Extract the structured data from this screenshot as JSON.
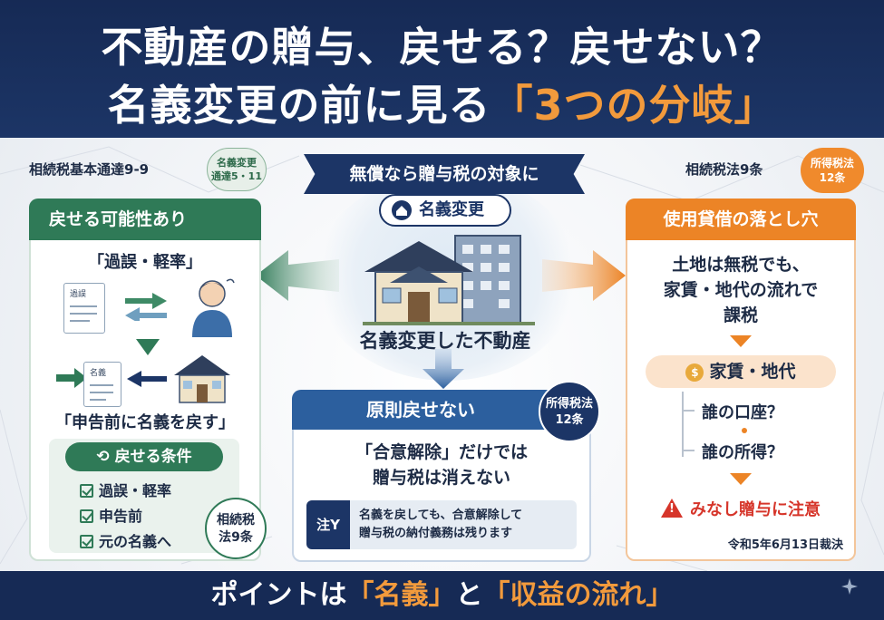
{
  "header": {
    "title_line1": "不動産の贈与、戻せる？戻せない？",
    "title_line2_prefix": "名義変更の前に見る",
    "title_line2_highlight": "「3つの分岐」"
  },
  "top": {
    "left_ref": "相続税基本通達9-9",
    "left_badge_line1": "名義変更",
    "left_badge_line2": "通達5・11",
    "ribbon": "無償なら贈与税の対象に",
    "right_ref": "相続税法9条",
    "right_badge_line1": "所得税法",
    "right_badge_line2": "12条"
  },
  "center": {
    "name_change_label": "名義変更",
    "property_label": "名義変更した不動産"
  },
  "left_panel": {
    "title": "戻せる可能性あり",
    "quote1": "「過誤・軽率」",
    "doc1_label": "過誤",
    "doc2_label": "名義",
    "quote2": "「申告前に名義を戻す」",
    "conditions_title": "戻せる条件",
    "conditions": [
      "過誤・軽率",
      "申告前",
      "元の名義へ"
    ],
    "law_badge_line1": "相続税",
    "law_badge_line2": "法9条"
  },
  "center_panel": {
    "title": "原則戻せない",
    "badge_line1": "所得税法",
    "badge_line2": "12条",
    "text_line1": "「合意解除」だけでは",
    "text_line2": "贈与税は消えない",
    "note_tag": "注Y",
    "note_line1": "名義を戻しても、合意解除して",
    "note_line2": "贈与税の納付義務は残ります"
  },
  "right_panel": {
    "title": "使用貸借の落とし穴",
    "text_line1": "土地は無税でも、",
    "text_line2": "家賃・地代の流れで",
    "text_line3": "課税",
    "rent_label": "家賃・地代",
    "bag_symbol": "$",
    "question1": "誰の口座？",
    "question2": "誰の所得？",
    "warning": "みなし贈与に注意",
    "ruling": "令和5年6月13日裁決"
  },
  "footer": {
    "prefix": "ポイントは",
    "hl1": "「名義」",
    "mid": "と",
    "hl2": "「収益の流れ」"
  },
  "colors": {
    "navy": "#1c3566",
    "green": "#2f7a57",
    "blue": "#2c5f9e",
    "orange": "#ec8426",
    "accent": "#f29a3c",
    "warning": "#d6352a"
  }
}
